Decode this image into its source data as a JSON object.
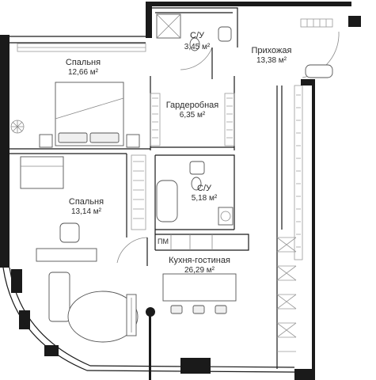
{
  "rooms": [
    {
      "name": "С/У",
      "area": "3,45 м²"
    },
    {
      "name": "Прихожая",
      "area": "13,38 м²"
    },
    {
      "name": "Спальня",
      "area": "12,66 м²"
    },
    {
      "name": "Гардеробная",
      "area": "6,35 м²"
    },
    {
      "name": "С/У",
      "area": "5,18 м²"
    },
    {
      "name": "Спальня",
      "area": "13,14 м²"
    },
    {
      "name": "Кухня-гостиная",
      "area": "26,29 м²"
    }
  ],
  "labels": {
    "pm": "ПМ"
  },
  "colors": {
    "wall": "#1a1a1a",
    "line": "#555555",
    "background": "#ffffff"
  }
}
